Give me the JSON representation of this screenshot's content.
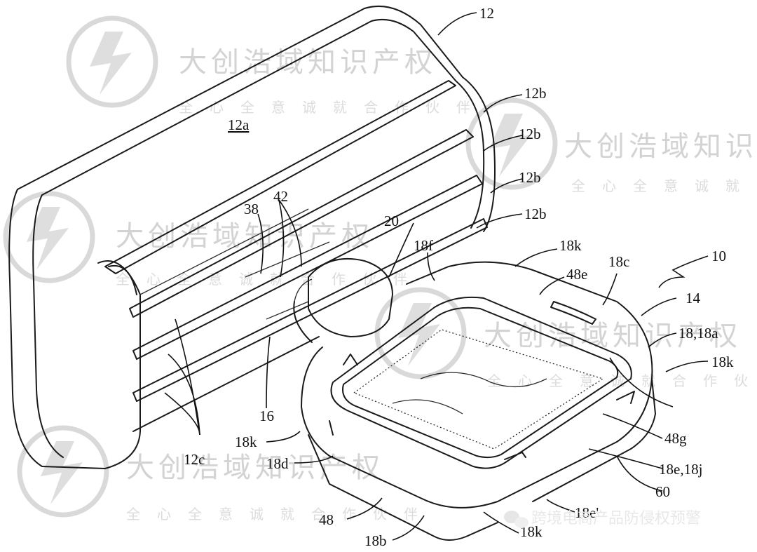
{
  "figure": {
    "reference_labels": {
      "r12": "12",
      "r12a": "12a",
      "r12b_1": "12b",
      "r12b_2": "12b",
      "r12b_3": "12b",
      "r12b_4": "12b",
      "r12c": "12c",
      "r10": "10",
      "r14": "14",
      "r16": "16",
      "r18b": "18b",
      "r18c": "18c",
      "r18e_18j": "18e,18j",
      "r18e_prime": "18e'",
      "r18f": "18f",
      "r18k_1": "18k",
      "r18k_2": "18k",
      "r18k_3": "18k",
      "r18k_4": "18k",
      "r18_18a": "18,18a",
      "r18d": "18d",
      "r20": "20",
      "r38": "38",
      "r42": "42",
      "r48": "48",
      "r48e": "48e",
      "r48g": "48g",
      "r60": "60"
    }
  },
  "watermark": {
    "title": "大创浩域知识产权",
    "subtitle": "全心全意诚就合作伙伴",
    "color": "#d3d3d3"
  },
  "footer": {
    "channel_text": "跨境电商产品防侵权预警"
  }
}
